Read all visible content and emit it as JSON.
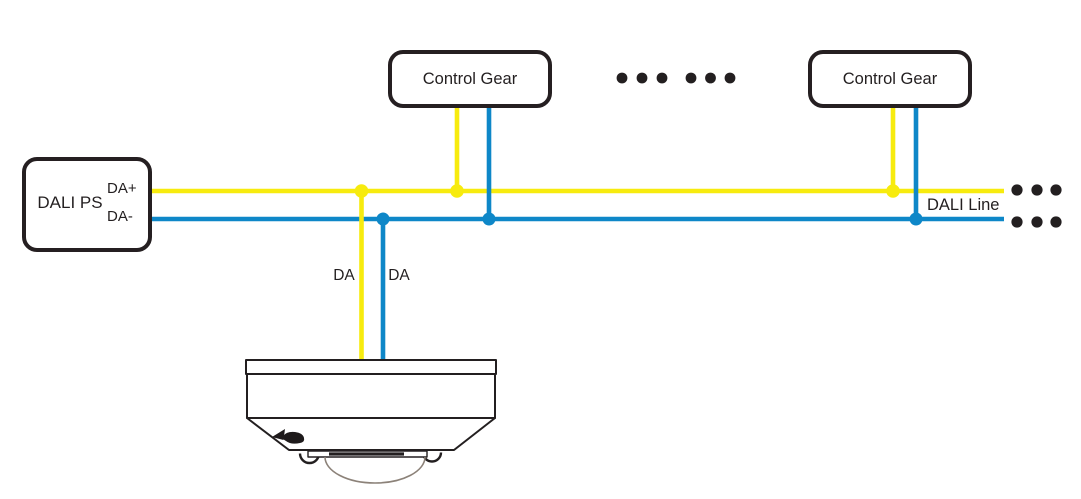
{
  "labels": {
    "dali_ps": "DALI PS",
    "da_plus": "DA+",
    "da_minus": "DA-",
    "control_gear_left": "Control Gear",
    "control_gear_right": "Control Gear",
    "drop_left": "DA",
    "drop_right": "DA",
    "bus": "DALI Line"
  },
  "colors": {
    "wire_yellow": "#F7EB0E",
    "wire_blue": "#0E87C8",
    "ink_black": "#231F20"
  },
  "icons": {
    "device": "ceiling-dome-sensor-icon",
    "mid_continuation": "ellipsis-dots",
    "right_continuation": "ellipsis-dots"
  }
}
